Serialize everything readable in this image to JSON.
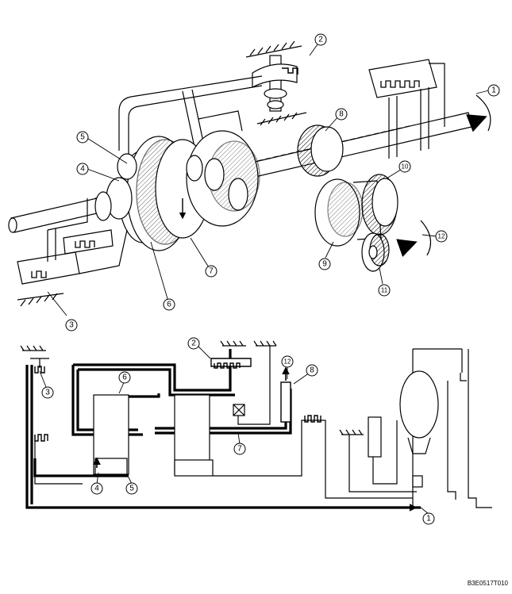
{
  "figure": {
    "code": "B3E0517T010"
  },
  "callouts": [
    "1",
    "2",
    "3",
    "4",
    "5",
    "6",
    "7",
    "8",
    "9",
    "10",
    "11",
    "12"
  ]
}
